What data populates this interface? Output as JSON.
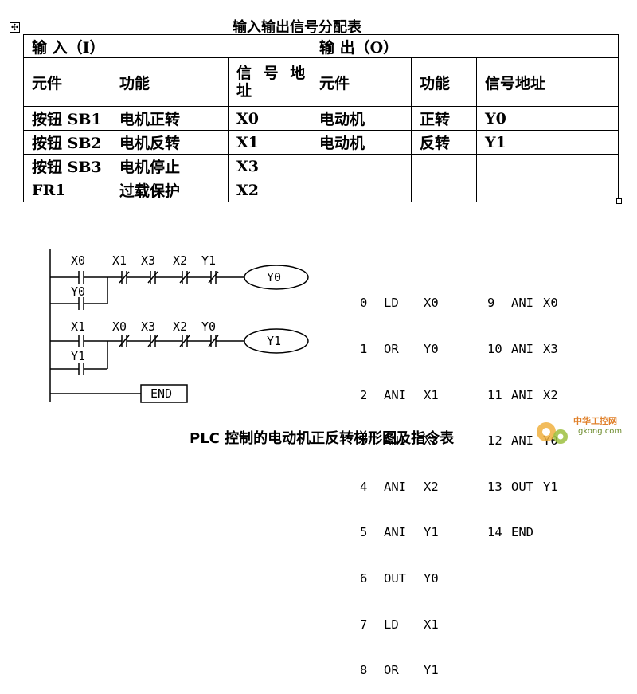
{
  "table": {
    "title": "输入输出信号分配表",
    "input_header": "输  入（I）",
    "output_header": "输  出（O）",
    "columns": {
      "in_element": "元件",
      "in_function": "功能",
      "in_address": "信 号 地 址",
      "out_element": "元件",
      "out_function": "功能",
      "out_address": "信号地址"
    },
    "rows": [
      {
        "in_element": "按钮 SB1",
        "in_function": "电机正转",
        "in_address": "X0",
        "out_element": "电动机",
        "out_function": "正转",
        "out_address": "Y0"
      },
      {
        "in_element": "按钮 SB2",
        "in_function": "电机反转",
        "in_address": "X1",
        "out_element": "电动机",
        "out_function": "反转",
        "out_address": "Y1"
      },
      {
        "in_element": "按钮 SB3",
        "in_function": "电机停止",
        "in_address": "X3",
        "out_element": "",
        "out_function": "",
        "out_address": ""
      },
      {
        "in_element": "FR1",
        "in_function": "过载保护",
        "in_address": "X2",
        "out_element": "",
        "out_function": "",
        "out_address": ""
      }
    ]
  },
  "ladder": {
    "rung1": {
      "main_contact": "X0",
      "seal_contact": "Y0",
      "series_contacts": [
        "X1",
        "X3",
        "X2",
        "Y1"
      ],
      "coil": "Y0"
    },
    "rung2": {
      "main_contact": "X1",
      "seal_contact": "Y1",
      "series_contacts": [
        "X0",
        "X3",
        "X2",
        "Y0"
      ],
      "coil": "Y1"
    },
    "end_label": "END"
  },
  "instructions": {
    "col1": [
      {
        "n": "0",
        "op": "LD",
        "arg": "X0"
      },
      {
        "n": "1",
        "op": "OR",
        "arg": "Y0"
      },
      {
        "n": "2",
        "op": "ANI",
        "arg": "X1"
      },
      {
        "n": "3",
        "op": "ANI",
        "arg": "X3"
      },
      {
        "n": "4",
        "op": "ANI",
        "arg": "X2"
      },
      {
        "n": "5",
        "op": "ANI",
        "arg": "Y1"
      },
      {
        "n": "6",
        "op": "OUT",
        "arg": "Y0"
      },
      {
        "n": "7",
        "op": "LD",
        "arg": "X1"
      },
      {
        "n": "8",
        "op": "OR",
        "arg": "Y1"
      }
    ],
    "col2": [
      {
        "n": "9",
        "op": "ANI",
        "arg": "X0"
      },
      {
        "n": "10",
        "op": "ANI",
        "arg": "X3"
      },
      {
        "n": "11",
        "op": "ANI",
        "arg": "X2"
      },
      {
        "n": "12",
        "op": "ANI",
        "arg": "Y0"
      },
      {
        "n": "13",
        "op": "OUT",
        "arg": "Y1"
      },
      {
        "n": "14",
        "op": "END",
        "arg": ""
      }
    ]
  },
  "caption": "PLC 控制的电动机正反转梯形图及指令表",
  "watermark": {
    "site": "中华工控网",
    "domain": "gkong.com"
  },
  "icons": {
    "move_handle": "move-handle-icon",
    "resize_handle": "resize-handle-icon"
  }
}
